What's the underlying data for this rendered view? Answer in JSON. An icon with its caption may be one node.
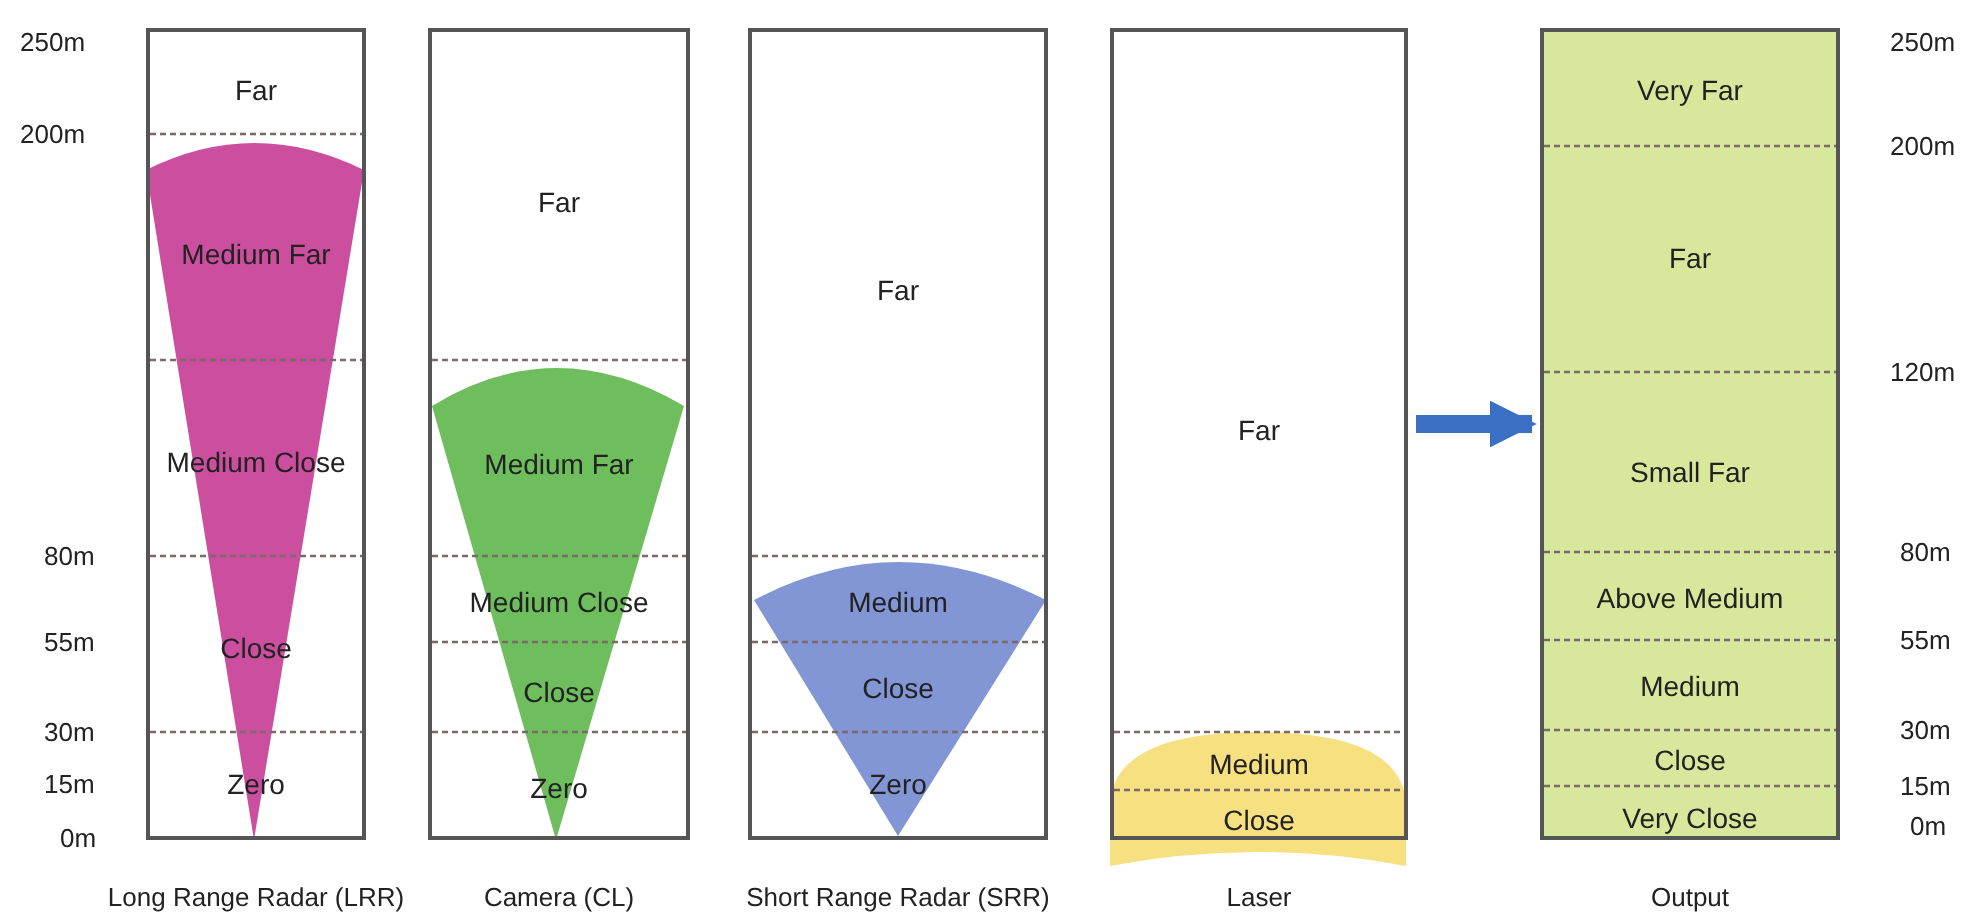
{
  "diagram": {
    "nodes": [
      {
        "text": [
          "Far",
          "Medium Far",
          "Medium Close",
          "Close",
          "Zero"
        ],
        "beside": [
          "Long Range Radar (LRR)"
        ]
      },
      {
        "text": [
          "Far",
          "Medium Far",
          "Medium Close",
          "Close",
          "Zero"
        ],
        "beside": [
          "Camera (CL)"
        ]
      },
      {
        "text": [
          "Far",
          "Medium",
          "Close",
          "Zero"
        ],
        "beside": [
          "Short Range Radar (SRR)"
        ]
      },
      {
        "text": [
          "Far",
          "Medium",
          "Close"
        ],
        "beside": [
          "Laser"
        ]
      },
      {
        "text": [
          "Very Far",
          "Far",
          "Small Far",
          "Above Medium",
          "Medium",
          "Close",
          "Very Close"
        ],
        "beside": [
          "Output"
        ]
      }
    ],
    "edges": [
      {
        "from": 3,
        "to": 4,
        "arrow": "to"
      }
    ],
    "labels": [
      "250m",
      "200m",
      "80m",
      "55m",
      "30m",
      "15m",
      "0m",
      "250m",
      "200m",
      "120m",
      "80m",
      "55m",
      "30m",
      "15m",
      "0m"
    ]
  }
}
